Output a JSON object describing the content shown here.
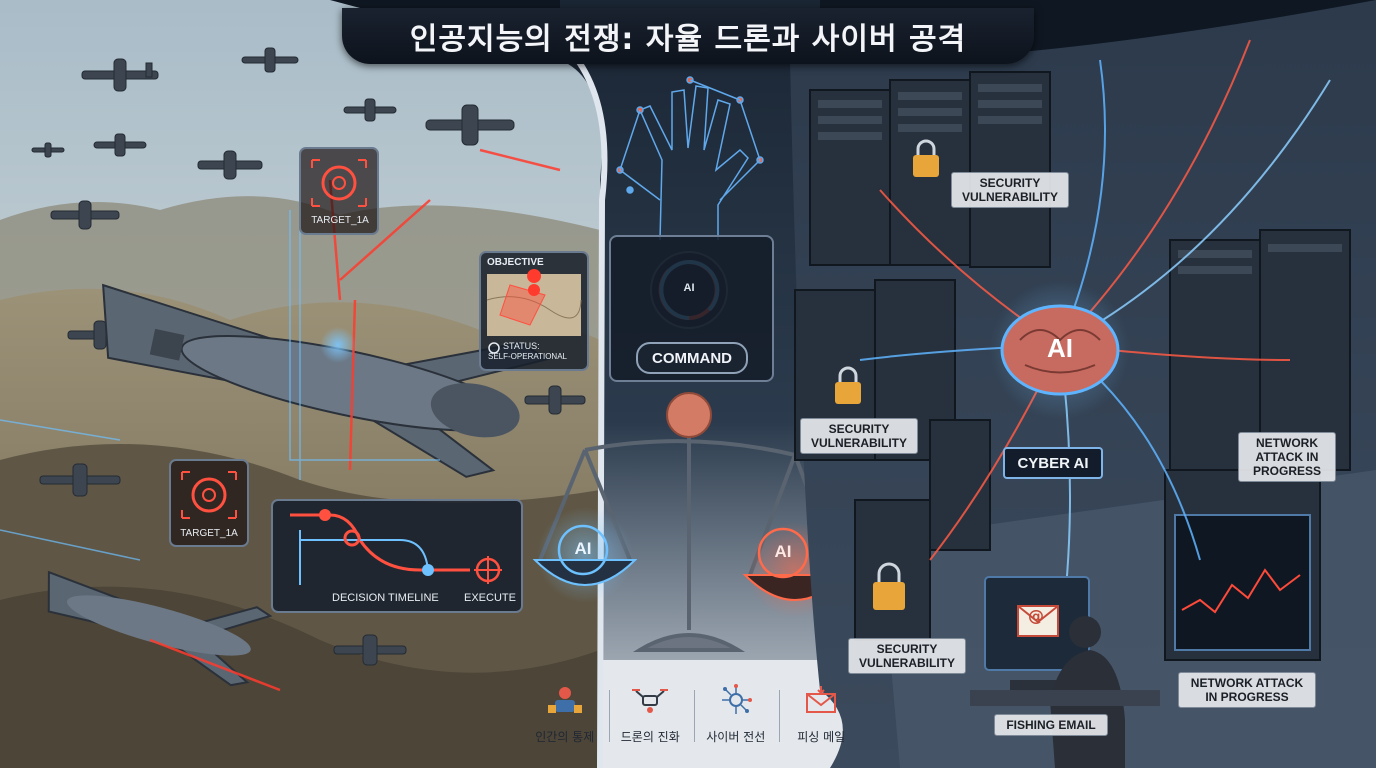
{
  "title": "인공지능의 전쟁: 자율 드론과 사이버 공격",
  "hud": {
    "target_top": "TARGET_1A",
    "target_bottom": "TARGET_1A",
    "objective_title": "OBJECTIVE",
    "status_label": "STATUS:",
    "status_value": "SELF-OPERATIONAL",
    "decision_timeline": "DECISION TIMELINE",
    "execute": "EXECUTE"
  },
  "center": {
    "command": "COMMAND",
    "core_ai": "AI",
    "scale_left_ai": "AI",
    "scale_right_ai": "AI"
  },
  "cyber": {
    "brain_ai": "AI",
    "cyber_ai": "CYBER AI",
    "vuln_1": [
      "SECURITY",
      "VULNERABILITY"
    ],
    "vuln_2": [
      "SECURITY",
      "VULNERABILITY"
    ],
    "vuln_3": [
      "SECURITY",
      "VULNERABILITY"
    ],
    "attack_1": [
      "NETWORK",
      "ATTACK IN",
      "PROGRESS"
    ],
    "attack_2": [
      "NETWORK ATTACK",
      "IN PROGRESS"
    ],
    "phishing": "FISHING EMAIL",
    "email_glyph": "@"
  },
  "bottom_bar": [
    {
      "icon": "human-control-icon",
      "label": "인간의 통제"
    },
    {
      "icon": "drone-icon",
      "label": "드론의 진화"
    },
    {
      "icon": "network-icon",
      "label": "사이버 전선"
    },
    {
      "icon": "email-icon",
      "label": "피싱 메일"
    }
  ],
  "colors": {
    "accent_red": "#e8483a",
    "accent_blue": "#5fb4ff",
    "sky": "#b8c7cf",
    "server_room": "#2a3748"
  }
}
